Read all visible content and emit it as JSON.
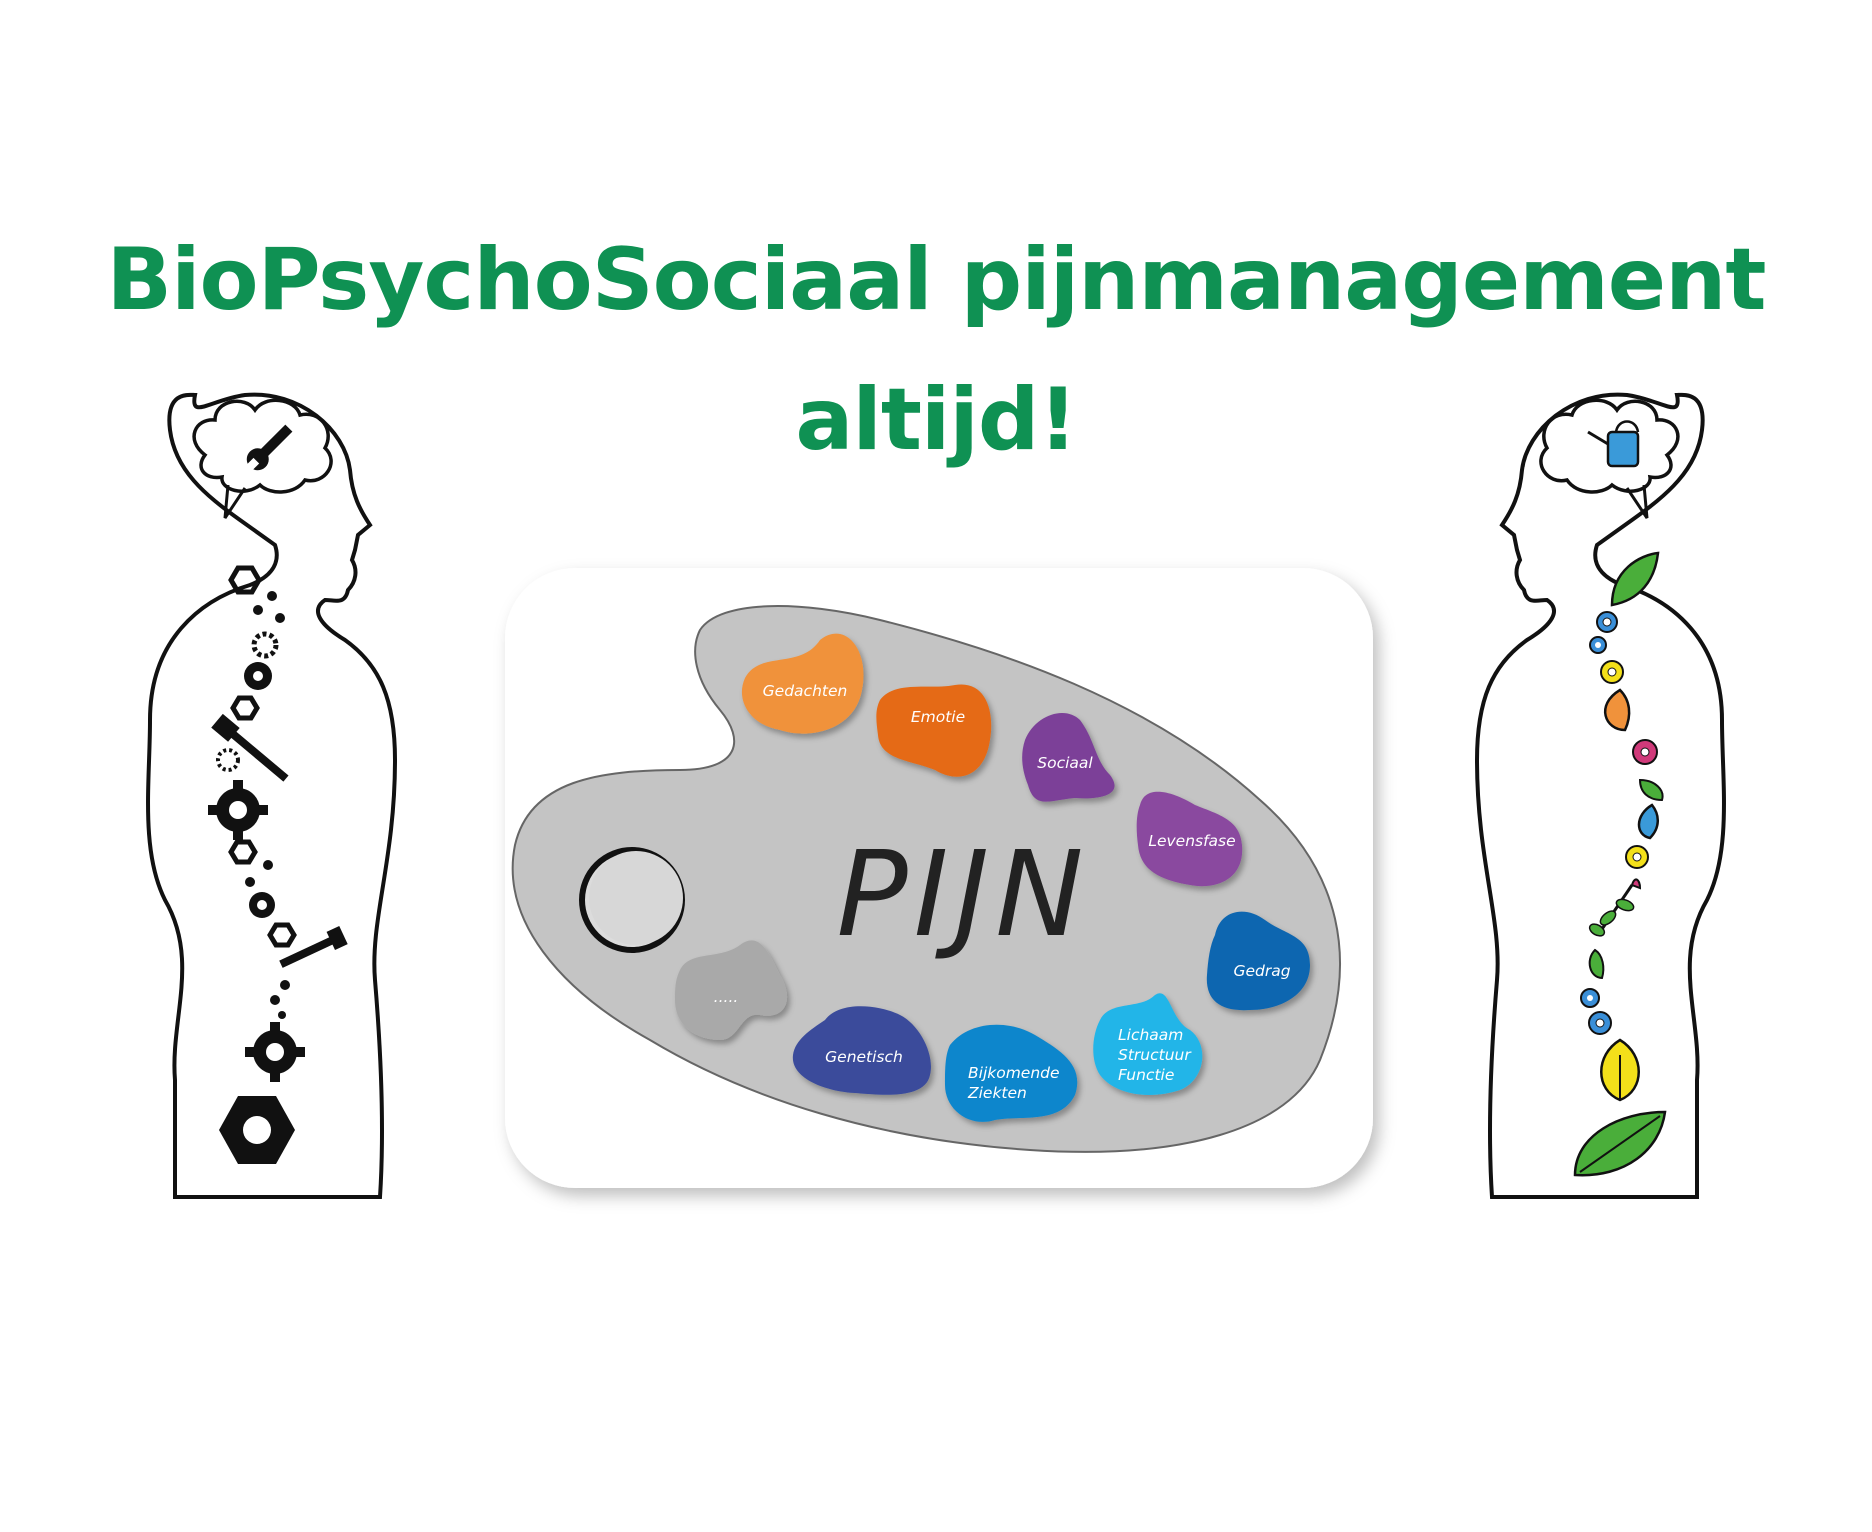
{
  "title": {
    "line1": "BioPsychoSociaal pijnmanagement",
    "line2": "altijd!"
  },
  "colors": {
    "title": "#0f9153",
    "palette": "#c4c4c4",
    "gedachten": "#f0923b",
    "emotie": "#e56a14",
    "sociaal": "#7b3f98",
    "levensfase": "#8a4a9f",
    "gedrag": "#0e66b0",
    "lichaam": "#23b5e8",
    "bijkomende": "#0e86cc",
    "genetisch": "#3a4c9b",
    "extra": "#a9a9a9"
  },
  "palette": {
    "center_label": "PIJN",
    "factors": [
      {
        "id": "gedachten",
        "lines": [
          "Gedachten"
        ]
      },
      {
        "id": "emotie",
        "lines": [
          "Emotie"
        ]
      },
      {
        "id": "sociaal",
        "lines": [
          "Sociaal"
        ]
      },
      {
        "id": "levensfase",
        "lines": [
          "Levensfase"
        ]
      },
      {
        "id": "gedrag",
        "lines": [
          "Gedrag"
        ]
      },
      {
        "id": "lichaam",
        "lines": [
          "Lichaam",
          "Structuur",
          "Functie"
        ]
      },
      {
        "id": "bijkomende",
        "lines": [
          "Bijkomende",
          "Ziekten"
        ]
      },
      {
        "id": "genetisch",
        "lines": [
          "Genetisch"
        ]
      },
      {
        "id": "extra",
        "lines": [
          "....."
        ]
      }
    ]
  },
  "figures": {
    "left": {
      "head_icon": "wrench-icon",
      "spine": "gears-nuts-bolts"
    },
    "right": {
      "head_icon": "watering-can-icon",
      "spine": "flowers-leaves"
    }
  }
}
